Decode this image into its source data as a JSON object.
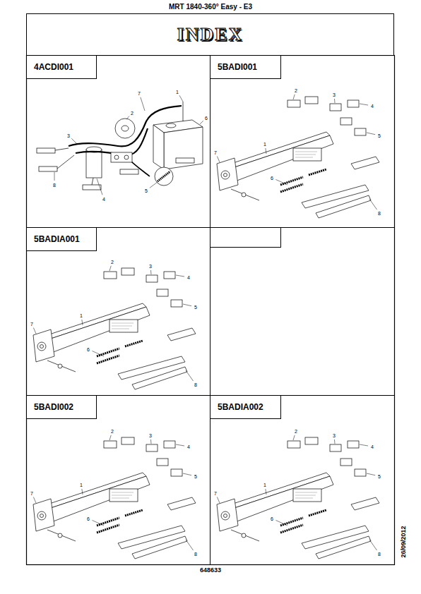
{
  "diagram": {
    "title": "MRT 1840-360° Easy - E3",
    "nodes": [
      {
        "text": [
          "INDEX"
        ]
      },
      {
        "text": [
          "4ACDI001"
        ]
      },
      {
        "text": [
          "5BADI001"
        ]
      },
      {
        "text": [
          "5BADIA001"
        ]
      },
      {
        "text": [
          "5BADI002"
        ]
      },
      {
        "text": [
          "5BADIA002"
        ]
      }
    ],
    "labels": [
      "648633",
      "26/09/2012",
      "1",
      "2",
      "3",
      "4",
      "5",
      "6",
      "7",
      "8",
      "1",
      "2",
      "3",
      "4",
      "5",
      "6",
      "7",
      "8",
      "1",
      "2",
      "3",
      "4",
      "5",
      "6",
      "7",
      "8",
      "1",
      "2",
      "3",
      "4",
      "5",
      "6",
      "7",
      "8",
      "1",
      "2",
      "3",
      "4",
      "5",
      "6",
      "7",
      "8"
    ]
  }
}
